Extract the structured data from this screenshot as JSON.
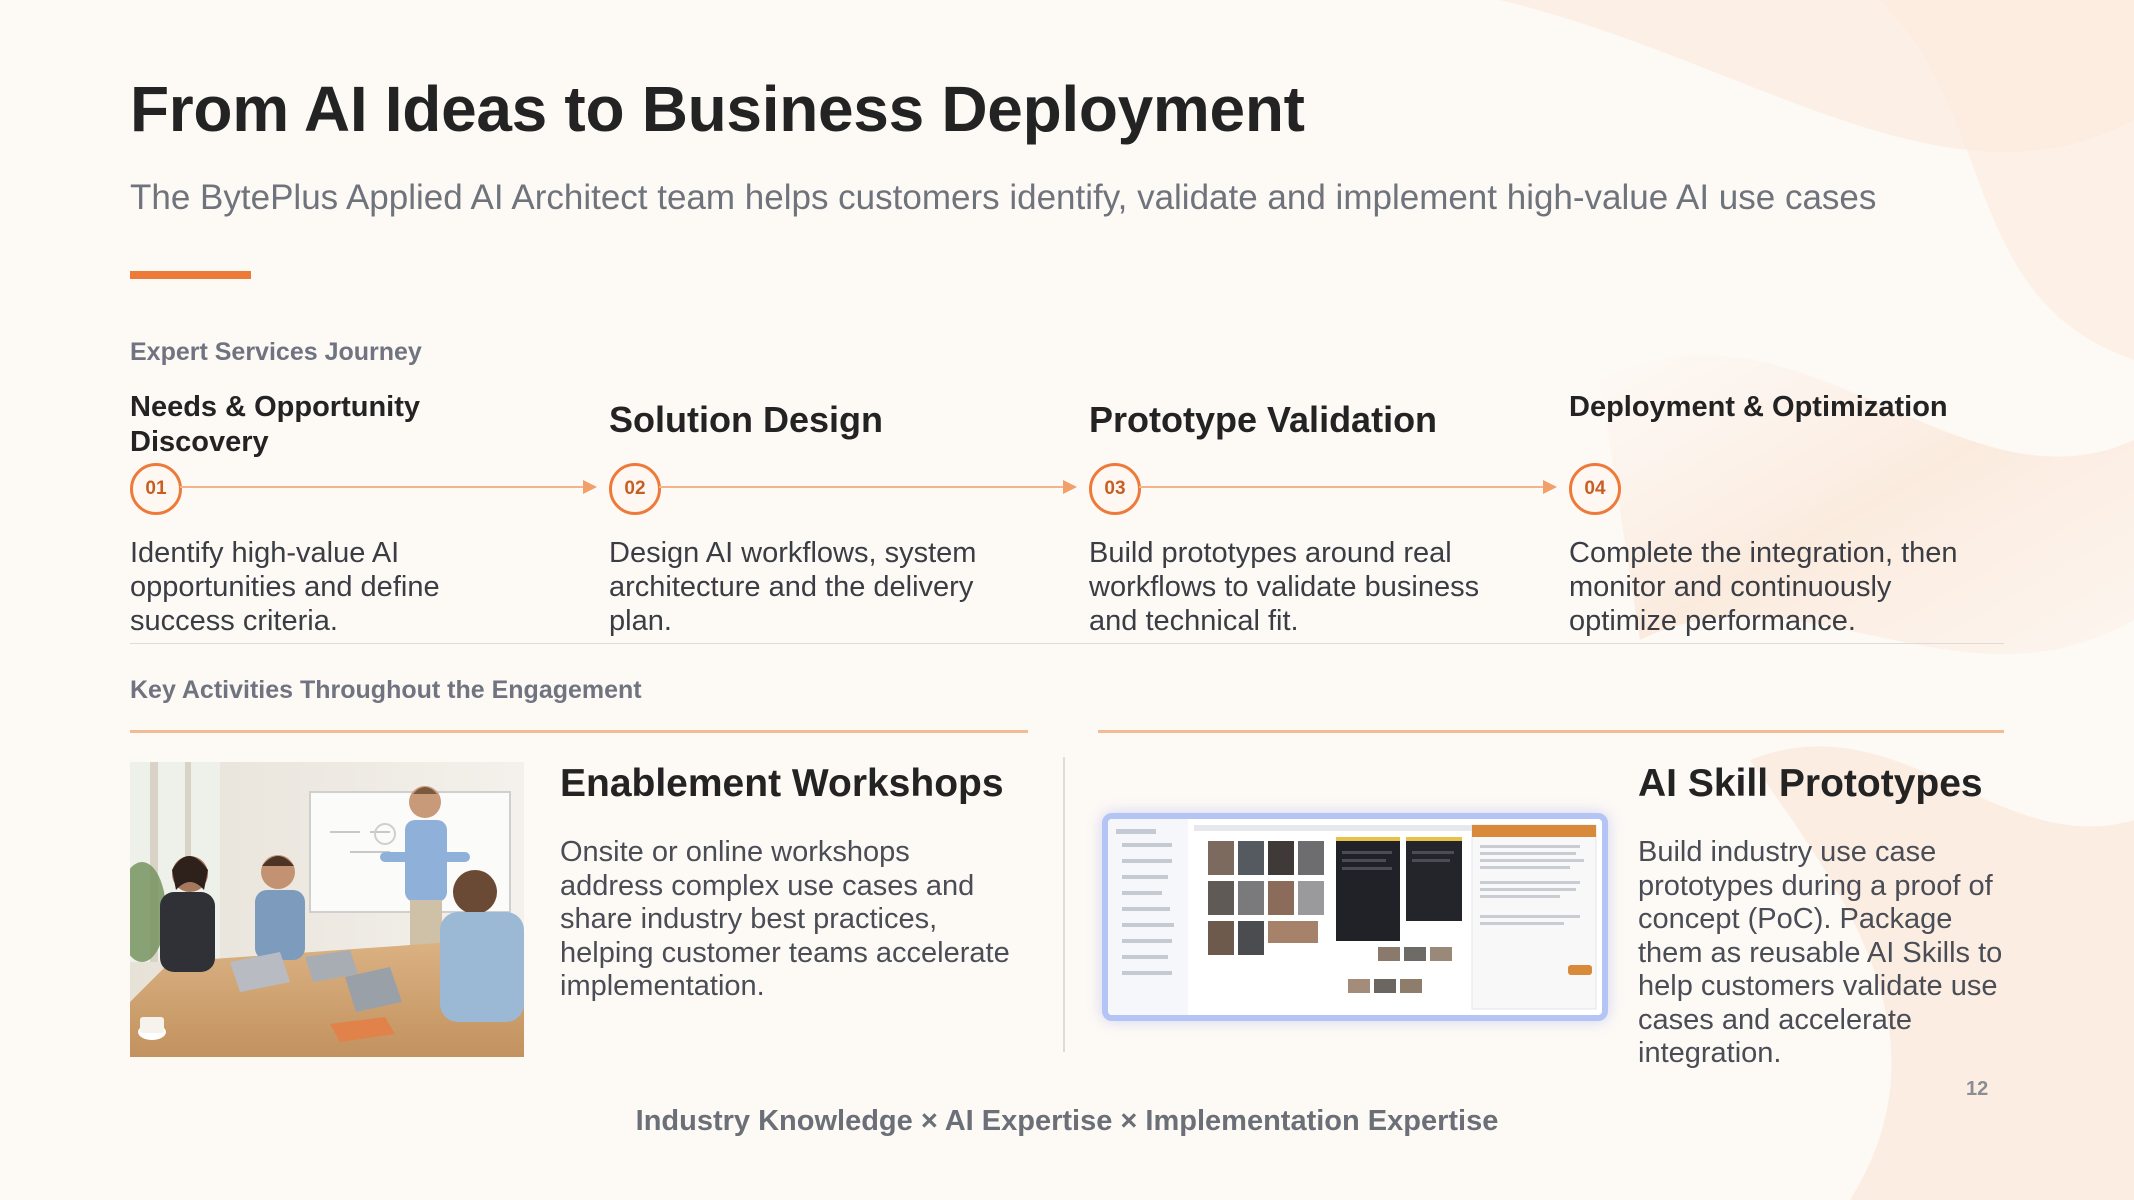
{
  "header": {
    "title": "From AI Ideas to Business Deployment",
    "subtitle": "The BytePlus Applied AI Architect team helps customers identify, validate and implement high-value AI use cases"
  },
  "journey": {
    "label": "Expert Services Journey",
    "steps": [
      {
        "number": "01",
        "title": "Needs & Opportunity Discovery",
        "description": "Identify high-value AI opportunities and define success criteria."
      },
      {
        "number": "02",
        "title": "Solution Design",
        "description": "Design AI workflows, system architecture and the delivery plan."
      },
      {
        "number": "03",
        "title": "Prototype Validation",
        "description": "Build prototypes around real workflows to validate business and technical fit."
      },
      {
        "number": "04",
        "title": "Deployment & Optimization",
        "description": "Complete the integration, then monitor and continuously optimize performance."
      }
    ]
  },
  "activities": {
    "label": "Key Activities Throughout the Engagement",
    "cards": [
      {
        "title": "Enablement Workshops",
        "description": "Onsite or online workshops address complex use cases and share industry best practices, helping customer teams accelerate implementation."
      },
      {
        "title": "AI Skill Prototypes",
        "description": "Build industry use case prototypes during a proof of concept (PoC). Package them as reusable AI Skills to help customers validate use cases and accelerate integration."
      }
    ]
  },
  "footer": {
    "tagline": "Industry Knowledge × AI Expertise × Implementation Expertise",
    "page_number": "12"
  },
  "colors": {
    "accent": "#ee7a3a",
    "title_text": "#232323",
    "muted_text": "#6f737c",
    "background": "#fdf9f5"
  }
}
